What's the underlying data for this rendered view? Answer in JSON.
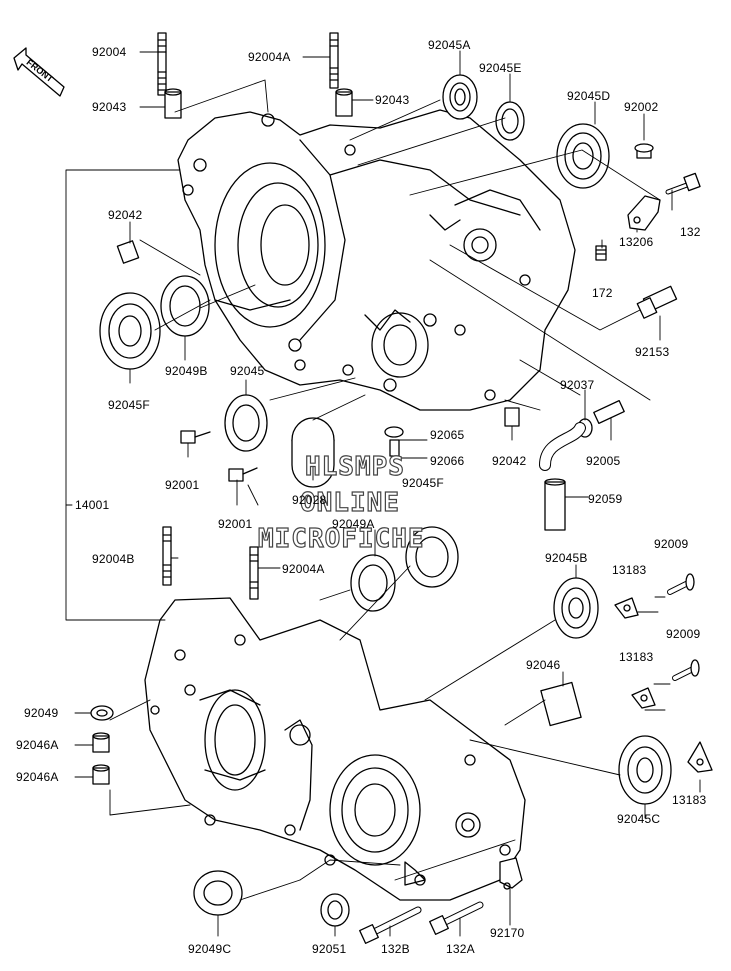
{
  "direction_badge": "FRONT",
  "watermark": {
    "line1": "HLSMPS",
    "line2": "ONLINE",
    "line3": "MICROFICHE"
  },
  "labels": {
    "p92004_top": "92004",
    "p92004A_top": "92004A",
    "p92043_left": "92043",
    "p92043_right": "92043",
    "p92045A": "92045A",
    "p92045E": "92045E",
    "p92045D": "92045D",
    "p92002": "92002",
    "p92042_left": "92042",
    "p132_right": "132",
    "p13206": "13206",
    "p172": "172",
    "p92153": "92153",
    "p92049B": "92049B",
    "p92045F_left": "92045F",
    "p92045": "92045",
    "p92037": "92037",
    "p92065": "92065",
    "p92066": "92066",
    "p92042_mid": "92042",
    "p92005": "92005",
    "p92001_a": "92001",
    "p92028": "92028",
    "p92045F_mid": "92045F",
    "p92059": "92059",
    "p14001": "14001",
    "p92001_b": "92001",
    "p92049A": "92049A",
    "p92004B": "92004B",
    "p92004A_low": "92004A",
    "p92045B": "92045B",
    "p92009_a": "92009",
    "p13183_a": "13183",
    "p92009_b": "92009",
    "p13183_b": "13183",
    "p92046": "92046",
    "p92049": "92049",
    "p92046A_a": "92046A",
    "p92046A_b": "92046A",
    "p13183_c": "13183",
    "p92045C": "92045C",
    "p92049C": "92049C",
    "p92051": "92051",
    "p132B": "132B",
    "p132A": "132A",
    "p92170": "92170"
  }
}
